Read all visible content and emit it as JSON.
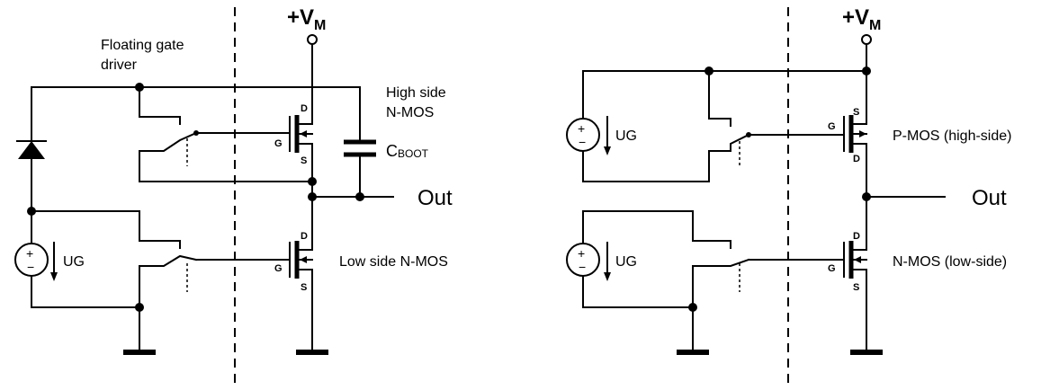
{
  "left": {
    "supply_label": "+V",
    "supply_sub": "M",
    "floating_driver_label_line1": "Floating gate",
    "floating_driver_label_line2": "driver",
    "high_side_label_line1": "High side",
    "high_side_label_line2": "N-MOS",
    "cboot_main": "C",
    "cboot_sub": "BOOT",
    "out_label": "Out",
    "low_side_label": "Low side N-MOS",
    "source_label": "UG",
    "high_pins": {
      "d": "D",
      "g": "G",
      "s": "S"
    },
    "low_pins": {
      "d": "D",
      "g": "G",
      "s": "S"
    }
  },
  "right": {
    "supply_label": "+V",
    "supply_sub": "M",
    "high_side_label": "P-MOS (high-side)",
    "low_side_label": "N-MOS (low-side)",
    "out_label": "Out",
    "source_top_label": "UG",
    "source_bottom_label": "UG",
    "high_pins": {
      "s": "S",
      "g": "G",
      "d": "D"
    },
    "low_pins": {
      "d": "D",
      "g": "G",
      "s": "S"
    }
  },
  "source_symbols": {
    "plus": "+",
    "minus": "−"
  }
}
